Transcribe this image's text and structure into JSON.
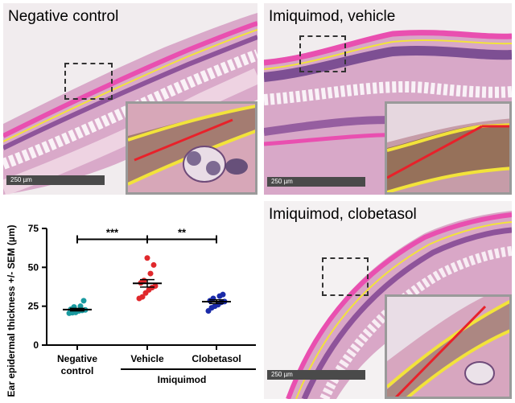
{
  "panels": {
    "negative_control": {
      "title": "Negative control",
      "scale": "250 µm"
    },
    "imiquimod_vehicle": {
      "title": "Imiquimod, vehicle",
      "scale": "250 µm"
    },
    "imiquimod_clobetasol": {
      "title": "Imiquimod, clobetasol",
      "scale": "250 µm"
    }
  },
  "colors": {
    "negative": "#1a9aa0",
    "vehicle": "#e0282c",
    "clobetasol": "#1a2aa8",
    "annotation_line": "#e8212a",
    "epidermis_outline": "#f2e33a"
  },
  "chart_data": {
    "type": "scatter",
    "ylabel": "Ear epidermal thickness +/- SEM (µm)",
    "ylim": [
      0,
      75
    ],
    "yticks": [
      0,
      25,
      50,
      75
    ],
    "categories": [
      "Negative control",
      "Vehicle",
      "Clobetasol"
    ],
    "group_label": "Imiquimod",
    "series": [
      {
        "category": "Negative control",
        "values": [
          20.5,
          20.8,
          21.0,
          22.0,
          22.3,
          22.6,
          23.0,
          24.5,
          25.0,
          28.5
        ],
        "mean": 22.8,
        "sem": 0.8
      },
      {
        "category": "Vehicle",
        "values": [
          30.0,
          31.0,
          33.5,
          35.5,
          37.0,
          38.0,
          40.0,
          41.5,
          46.0,
          51.5,
          56.0
        ],
        "mean": 39.7,
        "sem": 2.4
      },
      {
        "category": "Clobetasol",
        "values": [
          22.0,
          24.0,
          25.0,
          26.0,
          27.5,
          28.0,
          28.5,
          30.0,
          31.5,
          32.5
        ],
        "mean": 27.9,
        "sem": 1.2
      }
    ],
    "significance": [
      {
        "from": "Negative control",
        "to": "Vehicle",
        "label": "***"
      },
      {
        "from": "Vehicle",
        "to": "Clobetasol",
        "label": "**"
      }
    ]
  }
}
